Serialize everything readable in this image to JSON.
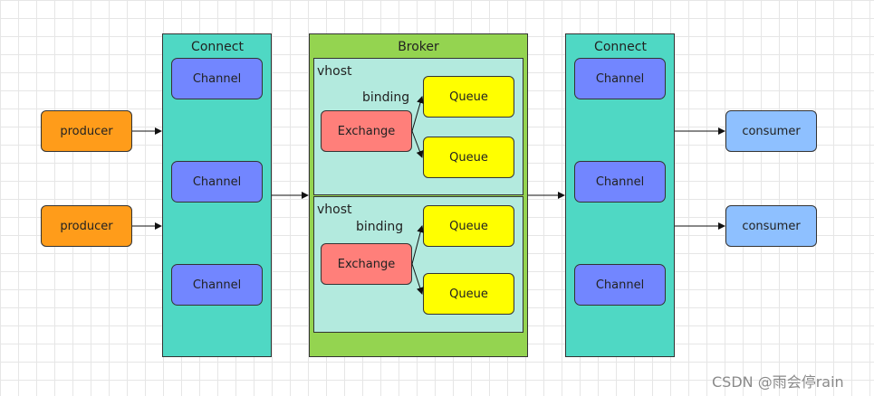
{
  "producers": [
    "producer",
    "producer"
  ],
  "consumers": [
    "consumer",
    "consumer"
  ],
  "left_connect": {
    "title": "Connect",
    "channels": [
      "Channel",
      "Channel",
      "Channel"
    ]
  },
  "right_connect": {
    "title": "Connect",
    "channels": [
      "Channel",
      "Channel",
      "Channel"
    ]
  },
  "broker": {
    "title": "Broker",
    "vhosts": [
      {
        "label": "vhost",
        "binding": "binding",
        "exchange": "Exchange",
        "queues": [
          "Queue",
          "Queue"
        ]
      },
      {
        "label": "vhost",
        "binding": "binding",
        "exchange": "Exchange",
        "queues": [
          "Queue",
          "Queue"
        ]
      }
    ]
  },
  "watermark": "CSDN @雨会停rain",
  "colors": {
    "producer": "#ff9c1a",
    "consumer": "#8ec0ff",
    "connect": "#4fd8c4",
    "channel": "#7286ff",
    "broker": "#94d450",
    "vhost": "#b3eade",
    "exchange": "#ff7f7a",
    "queue": "#ffff00"
  }
}
